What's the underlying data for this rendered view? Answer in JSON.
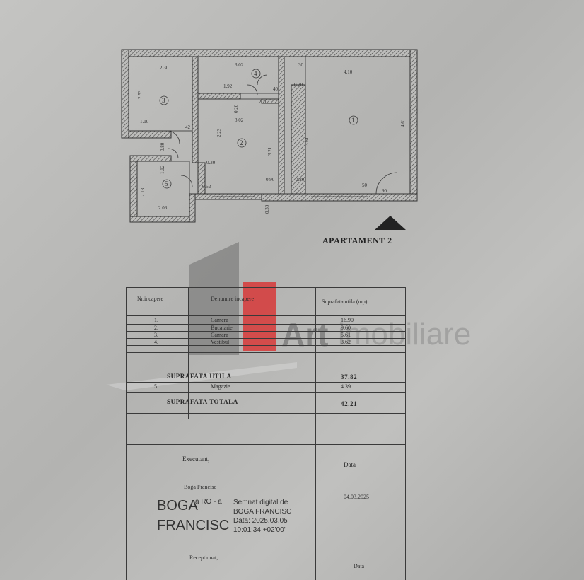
{
  "plan": {
    "title": "APARTAMENT 2",
    "dimensions": [
      "2.30",
      "3.02",
      "30",
      "4.10",
      "2.53",
      "1.92",
      "40",
      "0.20",
      "3.02",
      "0.20",
      "2.10",
      "2.23",
      "3.21",
      "3.61",
      "4.61",
      "1.10",
      "42",
      "0.80",
      "0.30",
      "0.90",
      "0.80",
      "50",
      "90",
      "1.12",
      "0.52",
      "2.13",
      "2.06",
      "0.30"
    ],
    "room_numbers": [
      "1",
      "2",
      "3",
      "4",
      "5"
    ]
  },
  "table": {
    "header": {
      "nr": "Nr.incapere",
      "den": "Denumire incapere",
      "supr": "Suprafata utila (mp)"
    },
    "rows": [
      {
        "nr": "1.",
        "den": "Camera",
        "supr": "16.90"
      },
      {
        "nr": "2.",
        "den": "Bucatarie",
        "supr": "9.60"
      },
      {
        "nr": "3.",
        "den": "Camara",
        "supr": "5.61"
      },
      {
        "nr": "4.",
        "den": "Vestibul",
        "supr": "3.62"
      }
    ],
    "util_label": "SUPRAFATA UTILA",
    "util_value": "37.82",
    "row5": {
      "nr": "5.",
      "den": "Magazie",
      "supr": "4.39"
    },
    "total_label": "SUPRAFATA TOTALA",
    "total_value": "42.21",
    "executant_label": "Executant,",
    "data_label": "Data",
    "executant_name": "Boga Francisc",
    "executant_date": "04.03.2025",
    "receptionat_label": "Receptionat,",
    "data_label2": "Data"
  },
  "signature": {
    "name_line1": "BOGA",
    "name_line2": "FRANCISC",
    "prefix": "a RO - a",
    "line1": "Semnat digital de",
    "line2": "BOGA FRANCISC",
    "line3": "Data: 2025.03.05",
    "line4": "10:01:34 +02'00'"
  },
  "watermark": {
    "brand1": "Art",
    "brand2": "imobiliare"
  }
}
